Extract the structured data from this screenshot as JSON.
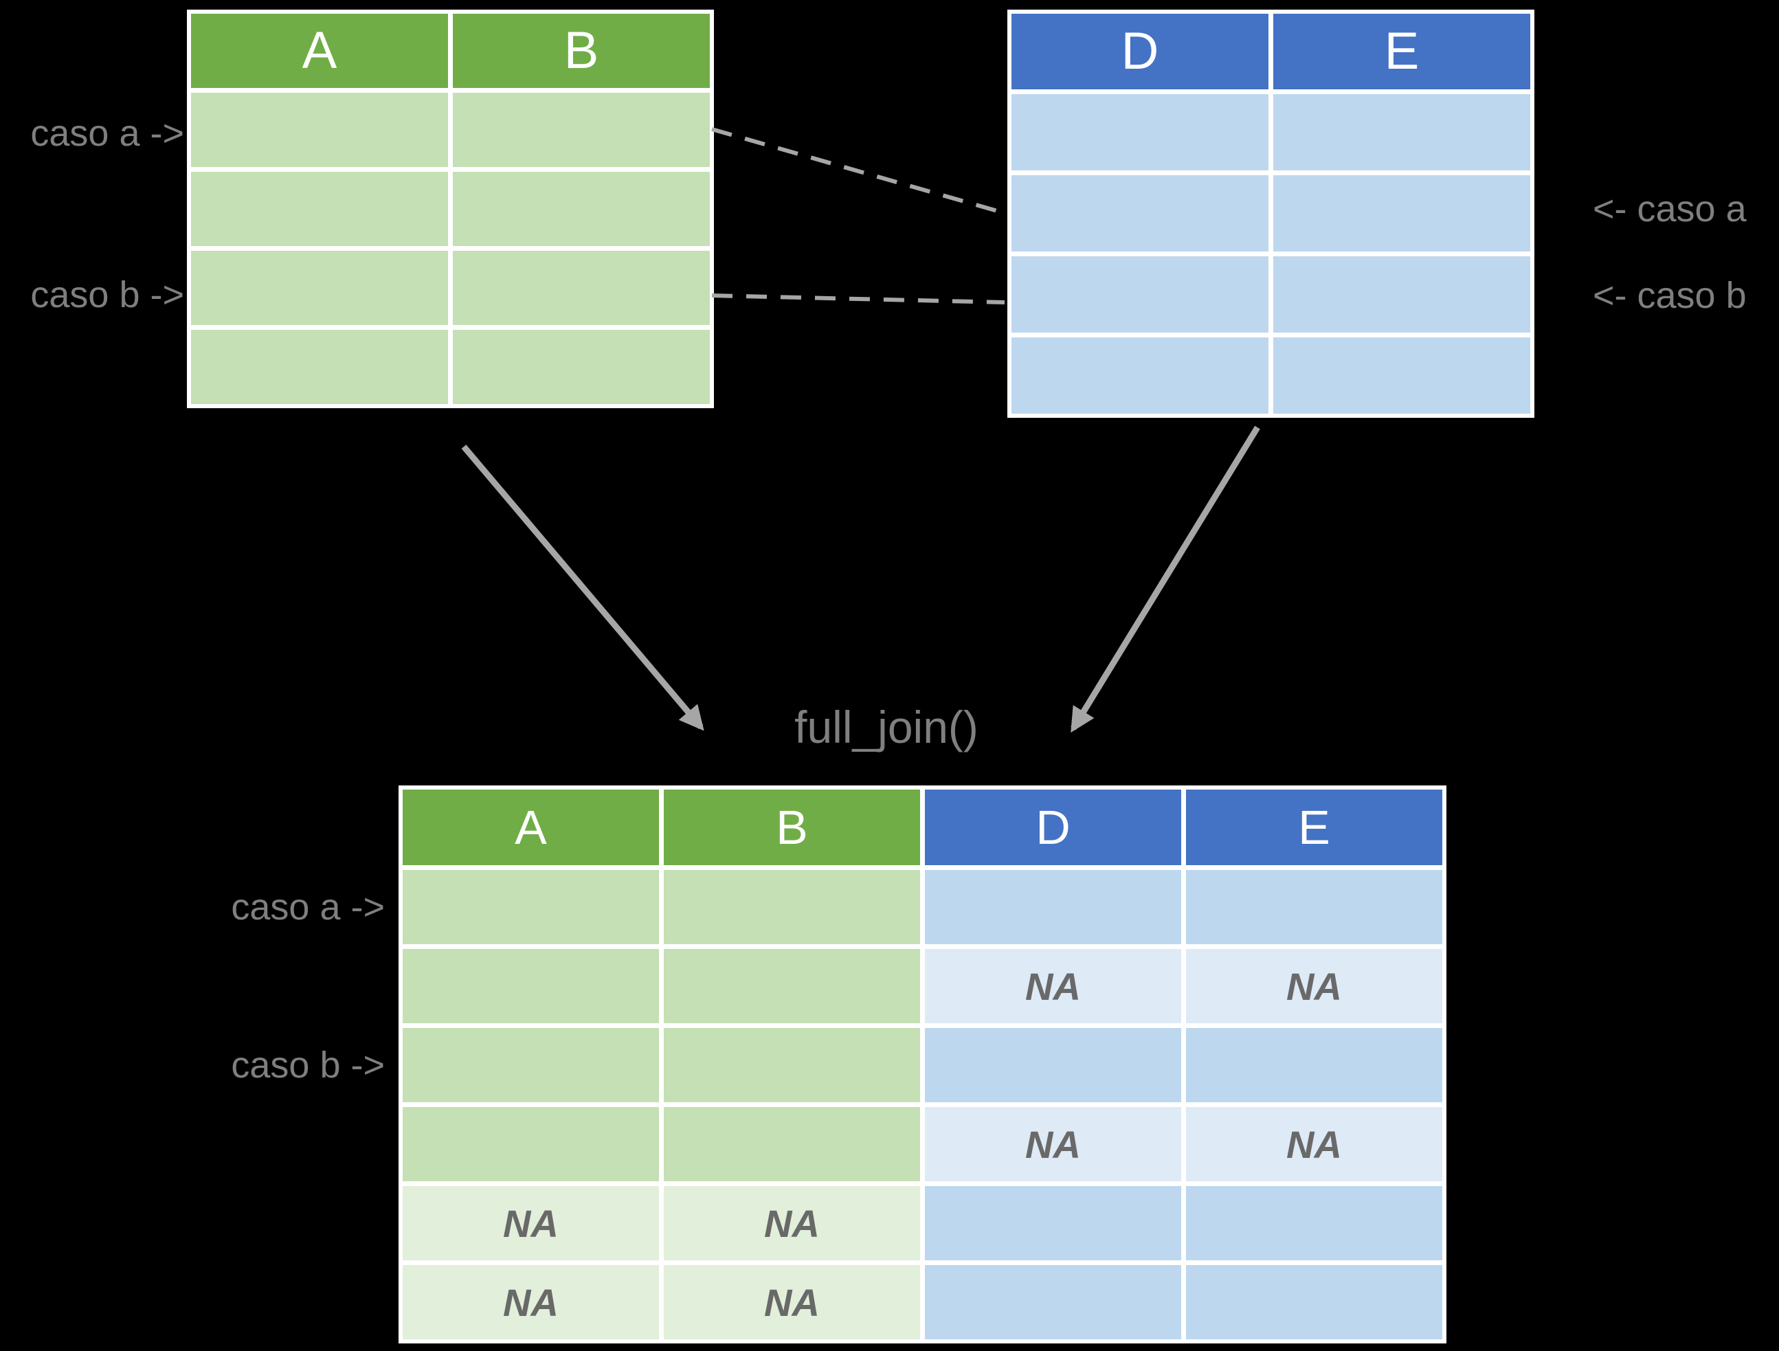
{
  "function_label": "full_join()",
  "labels": {
    "left_caso_a": "caso a ->",
    "left_caso_b": "caso b ->",
    "right_caso_a": "<- caso a",
    "right_caso_b": "<- caso b",
    "result_caso_a": "caso a ->",
    "result_caso_b": "caso b ->"
  },
  "tables": {
    "left": {
      "columns": [
        "A",
        "B"
      ],
      "row_count": 4
    },
    "right": {
      "columns": [
        "D",
        "E"
      ],
      "row_count": 4
    },
    "result": {
      "columns": [
        "A",
        "B",
        "D",
        "E"
      ],
      "rows": [
        {
          "cells": [
            "",
            "",
            "",
            ""
          ]
        },
        {
          "cells": [
            "",
            "",
            "NA",
            "NA"
          ]
        },
        {
          "cells": [
            "",
            "",
            "",
            ""
          ]
        },
        {
          "cells": [
            "",
            "",
            "NA",
            "NA"
          ]
        },
        {
          "cells": [
            "NA",
            "NA",
            "",
            ""
          ]
        },
        {
          "cells": [
            "NA",
            "NA",
            "",
            ""
          ]
        }
      ]
    }
  },
  "colors": {
    "background": "#000000",
    "green-header": "#70AD47",
    "green-cell": "#C5E0B4",
    "green-na": "#E2EFDA",
    "blue-header": "#4472C4",
    "blue-cell": "#BDD7EE",
    "blue-na": "#DEEAF6",
    "label": "#7F7F7F",
    "na-text": "#696969",
    "connector": "#A6A6A6",
    "table-border": "#FFFFFF"
  }
}
